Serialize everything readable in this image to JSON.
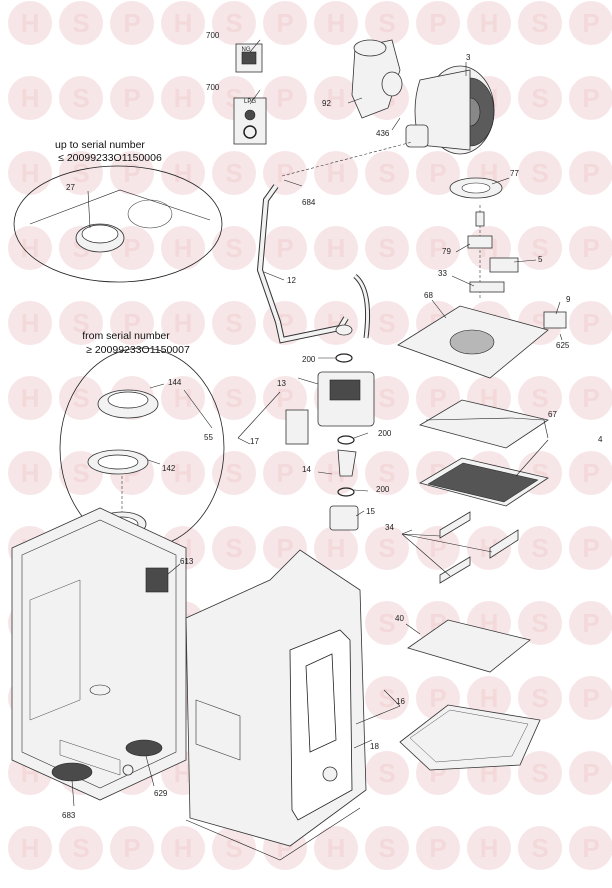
{
  "watermark": {
    "letters": [
      "H",
      "S",
      "P"
    ],
    "color": "#e9b9bb"
  },
  "notes": {
    "upto_title": "up to serial number",
    "upto_serial": "≤ 20099233O1150006",
    "from_title": "from serial number",
    "from_serial": "≥ 20099233O1150007"
  },
  "insets": {
    "ng": "NG",
    "lpg": "LPG"
  },
  "parts": {
    "p3": "3",
    "p4": "4",
    "p5": "5",
    "p9": "9",
    "p12": "12",
    "p13": "13",
    "p14": "14",
    "p15": "15",
    "p16": "16",
    "p17": "17",
    "p18": "18",
    "p27": "27",
    "p33": "33",
    "p34": "34",
    "p40": "40",
    "p55": "55",
    "p67": "67",
    "p68": "68",
    "p77": "77",
    "p79": "79",
    "p92": "92",
    "p142": "142",
    "p144": "144",
    "p200a": "200",
    "p200b": "200",
    "p200c": "200",
    "p436": "436",
    "p613": "613",
    "p625": "625",
    "p629": "629",
    "p683": "683",
    "p684": "684",
    "p700a": "700",
    "p700b": "700"
  }
}
